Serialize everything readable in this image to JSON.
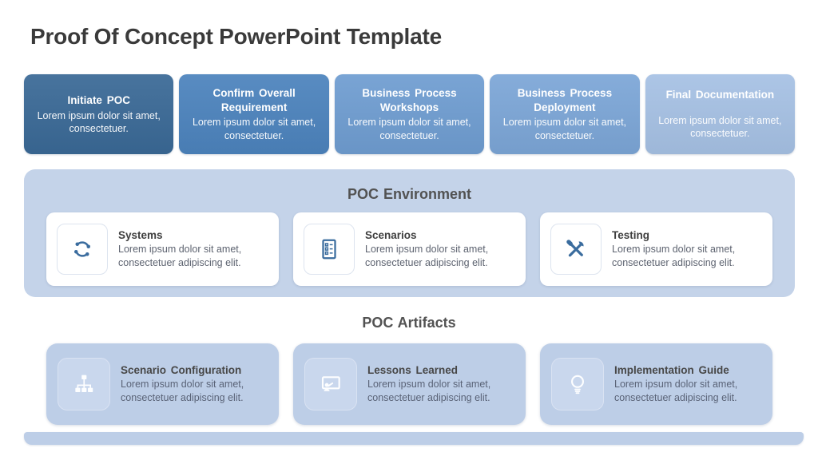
{
  "slide_title": "Proof Of Concept PowerPoint Template",
  "colors": {
    "title_text": "#3a3a3a",
    "heading_text": "#525252",
    "env_panel": "#c4d3e9",
    "env_icon": "#3a6c9e",
    "artifact_card": "#bdcee7",
    "artifact_iconbox": "#c9d7ed",
    "bottom_bar": "#bdcee7"
  },
  "process_steps": [
    {
      "title": "Initiate POC",
      "description": "Lorem ipsum dolor sit amet, consectetuer.",
      "color": "#3a6996"
    },
    {
      "title": "Confirm Overall Requirement",
      "description": "Lorem ipsum dolor sit amet, consectetuer.",
      "color": "#4c83bd"
    },
    {
      "title": "Business Process Workshops",
      "description": "Lorem ipsum dolor sit amet, consectetuer.",
      "color": "#6f9dd1"
    },
    {
      "title": "Business Process Deployment",
      "description": "Lorem ipsum dolor sit amet, consectetuer.",
      "color": "#7ca6d7"
    },
    {
      "title": "Final Documentation",
      "description": "Lorem ipsum dolor sit amet, consectetuer.",
      "color": "#a6c1e4"
    }
  ],
  "poc_environment": {
    "title": "POC Environment",
    "items": [
      {
        "icon": "sync-icon",
        "title": "Systems",
        "description": "Lorem ipsum dolor sit amet, consectetuer adipiscing elit."
      },
      {
        "icon": "checklist-icon",
        "title": "Scenarios",
        "description": "Lorem ipsum dolor sit amet, consectetuer adipiscing elit."
      },
      {
        "icon": "tools-icon",
        "title": "Testing",
        "description": "Lorem ipsum dolor sit amet, consectetuer adipiscing elit."
      }
    ]
  },
  "poc_artifacts": {
    "title": "POC Artifacts",
    "items": [
      {
        "icon": "org-chart-icon",
        "title": "Scenario Configuration",
        "description": "Lorem ipsum dolor sit amet, consectetuer adipiscing elit."
      },
      {
        "icon": "presentation-icon",
        "title": "Lessons Learned",
        "description": "Lorem ipsum dolor sit amet, consectetuer adipiscing elit."
      },
      {
        "icon": "lightbulb-icon",
        "title": "Implementation Guide",
        "description": "Lorem ipsum dolor sit amet, consectetuer adipiscing elit."
      }
    ]
  }
}
